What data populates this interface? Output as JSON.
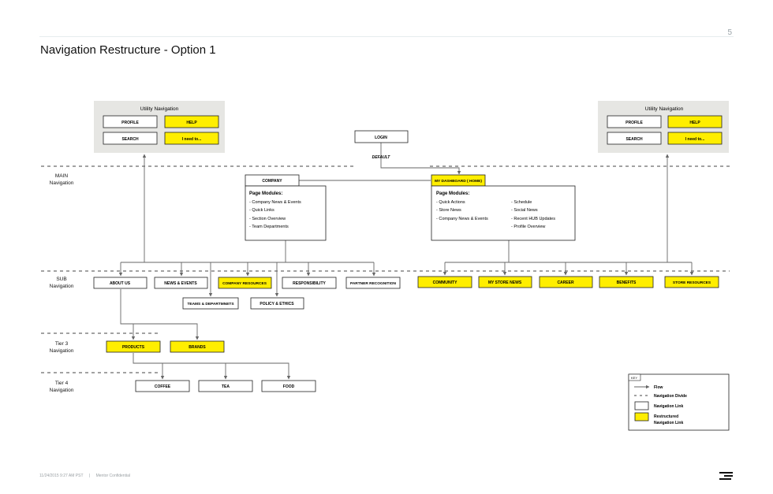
{
  "page_number": "5",
  "title": "Navigation Restructure - Option 1",
  "footer": {
    "timestamp": "11/24/2015 9:27 AM PST",
    "separator": "|",
    "confidentiality": "Mentor Confidential"
  },
  "colors": {
    "highlight": "#ffee00",
    "utility_panel": "#e6e6e3",
    "line": "#666666",
    "stroke": "#222222"
  },
  "utility_left": {
    "title": "Utility Navigation",
    "items": [
      "PROFILE",
      "HELP",
      "SEARCH",
      "I need to..."
    ]
  },
  "utility_right": {
    "title": "Utility Navigation",
    "items": [
      "PROFILE",
      "HELP",
      "SEARCH",
      "I need to..."
    ]
  },
  "login": {
    "label": "LOGIN",
    "flow_label": "DEFAULT"
  },
  "levels": {
    "main": [
      "MAIN",
      "Navigation"
    ],
    "sub": [
      "SUB",
      "Navigation"
    ],
    "tier3": [
      "Tier 3",
      "Navigation"
    ],
    "tier4": [
      "Tier 4",
      "Navigation"
    ]
  },
  "company": {
    "label": "COMPANY",
    "modules_title": "Page Modules:",
    "modules": [
      "- Company News & Events",
      "- Quick Links",
      "- Section Overview",
      "- Team Departments"
    ]
  },
  "dashboard": {
    "label": "MY DASHBOARD ( HOME)",
    "modules_title": "Page Modules:",
    "modules_col1": [
      "- Quick Actions",
      "- Store News",
      "- Company News & Events"
    ],
    "modules_col2": [
      "- Schedule",
      "- Social News",
      "- Recent HUB Updates",
      "- Profile Overview"
    ]
  },
  "sub_left": [
    "ABOUT US",
    "NEWS & EVENTS",
    "COMPANY RESOURCES",
    "RESPONSIBILITY",
    "PARTNER RECOGNITION"
  ],
  "sub_left_children": [
    "TEAMS & DEPARTMNETS",
    "POLICY & ETHICS"
  ],
  "sub_right": [
    "COMMUNITY",
    "MY STORE NEWS",
    "CAREER",
    "BENEFITS",
    "STORE RESOURCES"
  ],
  "tier3": [
    "PRODUCTS",
    "BRANDS"
  ],
  "tier4": [
    "COFFEE",
    "TEA",
    "FOOD"
  ],
  "key": {
    "title": "KEY",
    "items": [
      "Flow",
      "Navigation Divide",
      "Navigation Link",
      "Restructured",
      "Navigation Link"
    ]
  }
}
